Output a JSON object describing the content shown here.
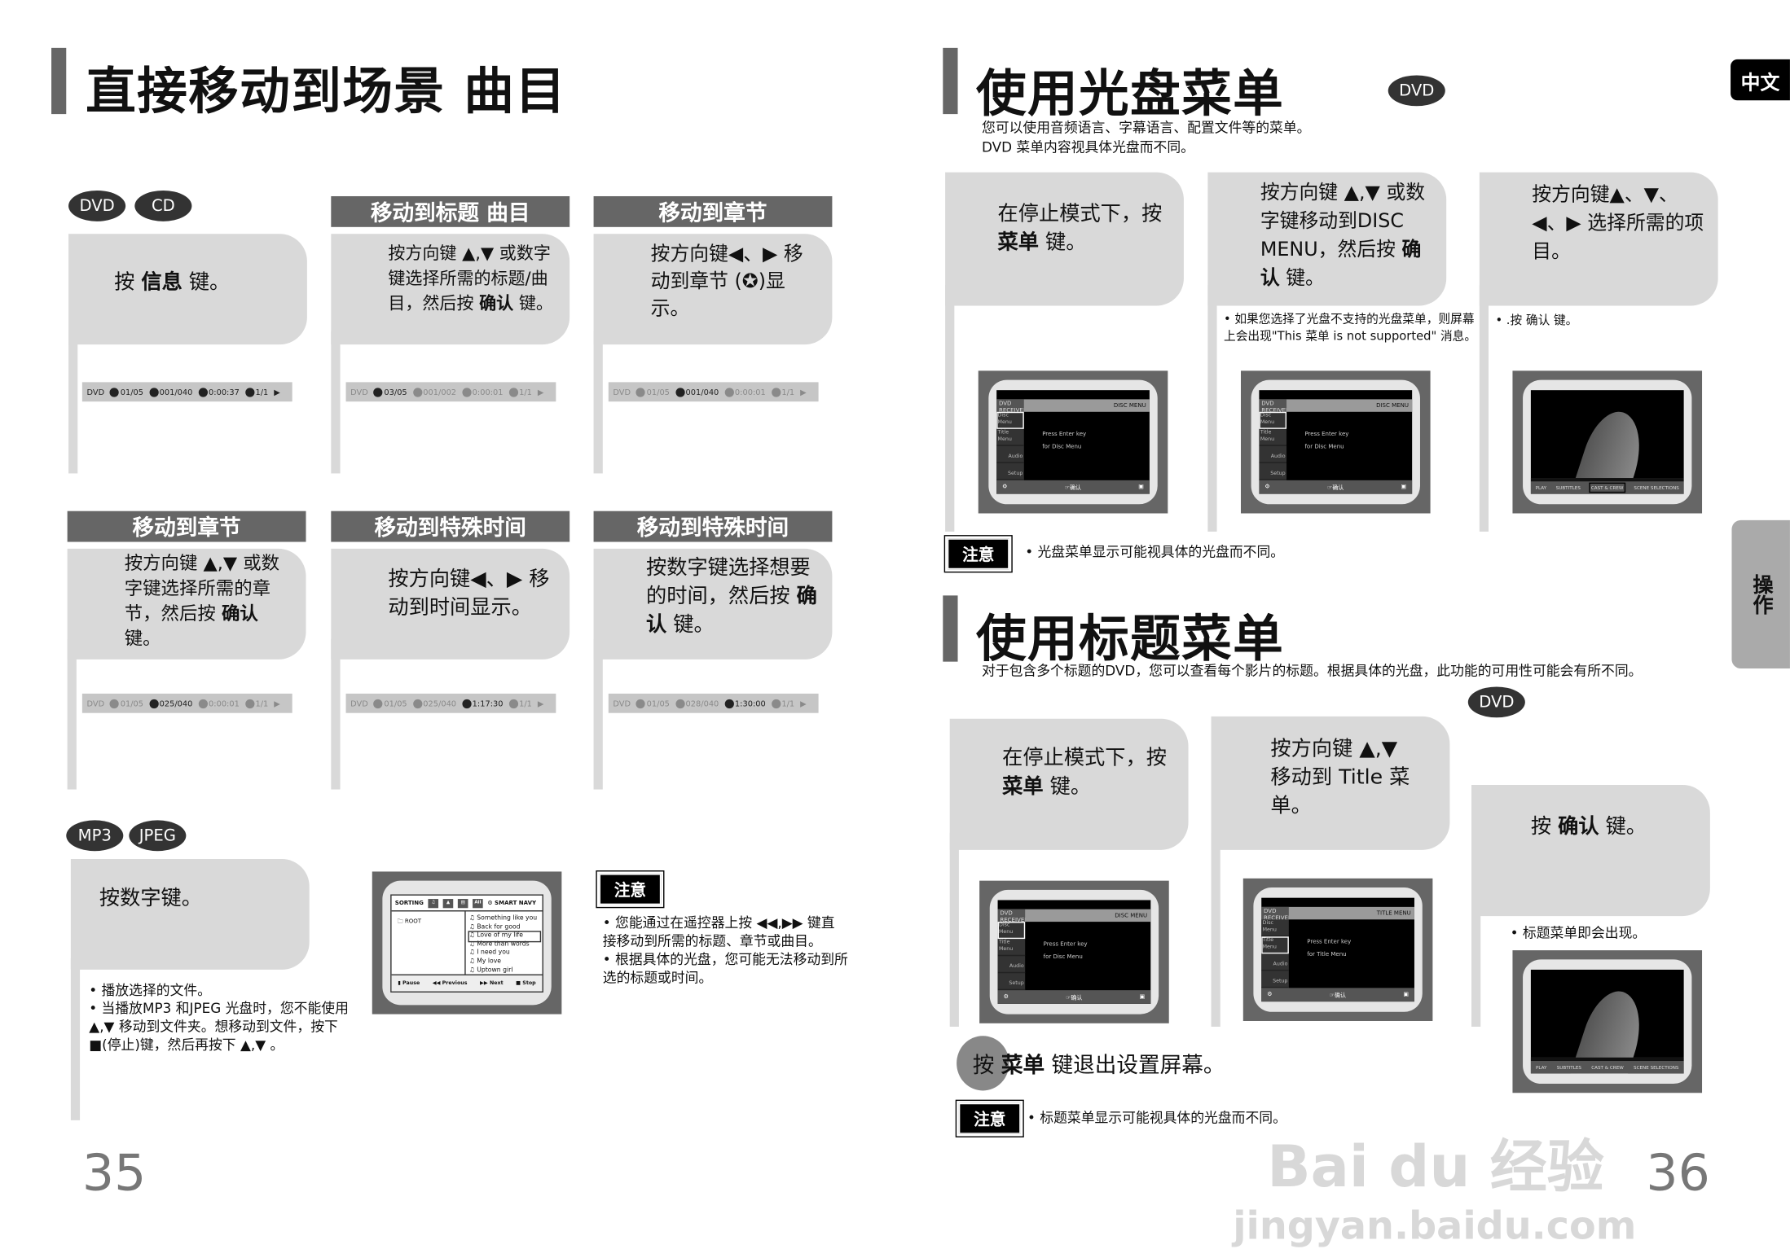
{
  "left": {
    "title": "直接移动到场景 曲目",
    "badges": [
      "DVD",
      "CD"
    ],
    "headers": [
      "移动到标题 曲目",
      "移动到章节",
      "移动到章节",
      "移动到特殊时间",
      "移动到特殊时间"
    ],
    "steps": [
      {
        "pre": "按 ",
        "bold": "信息",
        "post": " 键。"
      },
      {
        "pre": "按方向键 ▲,▼ 或数字键选择所需的标题/曲目，然后按 ",
        "bold": "确认",
        "post": " 键。"
      },
      {
        "pre": "按方向键◀、▶ 移动到章节 (",
        "icon": "chapter-icon",
        "post": ")显示。"
      },
      {
        "pre": "按方向键 ▲,▼ 或数字键选择所需的章节，然后按 ",
        "bold": "确认",
        "post": " 键。"
      },
      {
        "pre": "按方向键◀、▶ 移动到时间显示。"
      },
      {
        "pre": "按数字键选择想要的时间，然后按 ",
        "bold": "确认",
        "post": " 键。"
      }
    ],
    "info_bars": [
      {
        "disc": "DVD",
        "title": "01/05",
        "chapter": "001/040",
        "time": "0:00:37",
        "angle": "1/1",
        "active": "all"
      },
      {
        "disc": "DVD",
        "title": "03/05",
        "chapter": "001/002",
        "time": "0:00:01",
        "angle": "1/1",
        "active": "title"
      },
      {
        "disc": "DVD",
        "title": "01/05",
        "chapter": "001/040",
        "time": "0:00:01",
        "angle": "1/1",
        "active": "chapter"
      },
      {
        "disc": "DVD",
        "title": "01/05",
        "chapter": "025/040",
        "time": "0:00:01",
        "angle": "1/1",
        "active": "chapter"
      },
      {
        "disc": "DVD",
        "title": "01/05",
        "chapter": "025/040",
        "time": "1:17:30",
        "angle": "1/1",
        "active": "time"
      },
      {
        "disc": "DVD",
        "title": "01/05",
        "chapter": "028/040",
        "time": "1:30:00",
        "angle": "1/1",
        "active": "time"
      }
    ],
    "mp3": {
      "badges": [
        "MP3",
        "JPEG"
      ],
      "step": "按数字键。",
      "bullets": [
        "• 播放选择的文件。",
        "• 当播放MP3 和JPEG 光盘时，您不能使用 ▲,▼ 移动到文件夹。想移动到文件，按下■(停止)键，然后再按下 ▲,▼ 。"
      ],
      "screen": {
        "sorting": "SORTING",
        "all": "All",
        "smart": "⚙ SMART NAVY",
        "root": "ROOT",
        "tracks": [
          "Something like you",
          "Back for good",
          "Love of my life",
          "More than words",
          "I need you",
          "My love",
          "Uptown girl"
        ],
        "selected_track": "Love of my life",
        "footer": [
          "Pause",
          "Previous",
          "Next",
          "Stop"
        ]
      }
    },
    "note": {
      "label": "注意",
      "bullets": [
        "• 您能通过在遥控器上按 ◀◀,▶▶ 键直接移动到所需的标题、章节或曲目。",
        "• 根据具体的光盘，您可能无法移动到所选的标题或时间。"
      ]
    },
    "page_number": "35"
  },
  "right": {
    "lang_tab": "中文",
    "side_tab": "操作",
    "disc_menu": {
      "title": "使用光盘菜单",
      "badge": "DVD",
      "subtitle": [
        "您可以使用音频语言、字幕语言、配置文件等的菜单。",
        "DVD 菜单内容视具体光盘而不同。"
      ],
      "steps": [
        {
          "pre": "在停止模式下，按 ",
          "bold": "菜单",
          "post": " 键。"
        },
        {
          "pre": "按方向键 ▲,▼ 或数字键移动到DISC MENU，然后按 ",
          "bold": "确认",
          "post": " 键。"
        },
        {
          "pre": "按方向键▲、▼、◀、▶ 选择所需的项目。"
        }
      ],
      "step_notes": [
        "• 如果您选择了光盘不支持的光盘菜单，则屏幕上会出现\"This 菜单 is not supported\" 消息。",
        "• .按 确认 键。"
      ],
      "note": {
        "label": "注意",
        "text": "• 光盘菜单显示可能视具体的光盘而不同。"
      }
    },
    "title_menu": {
      "title": "使用标题菜单",
      "badge": "DVD",
      "subtitle": "对于包含多个标题的DVD，您可以查看每个影片的标题。根据具体的光盘，此功能的可用性可能会有所不同。",
      "steps": [
        {
          "pre": "在停止模式下，按 ",
          "bold": "菜单",
          "post": " 键。"
        },
        {
          "pre": "按方向键 ▲,▼ 移动到 Title 菜单。"
        },
        {
          "pre": "按 ",
          "bold": "确认",
          "post": " 键。"
        }
      ],
      "step_note": "• 标题菜单即会出现。",
      "exit": {
        "pre": "按 ",
        "bold": "菜单",
        "post": " 键退出设置屏幕。"
      },
      "note": {
        "label": "注意",
        "text": "• 标题菜单显示可能视具体的光盘而不同。"
      }
    },
    "screens": {
      "brand": "DVD RECEIVER",
      "disc_menu": "DISC MENU",
      "title_menu": "TITLE MENU",
      "side": [
        "Disc Menu",
        "Title Menu",
        "Audio",
        "Setup"
      ],
      "press": "Press Enter key",
      "for_disc": "for Disc Menu",
      "for_title": "for Title Menu",
      "enter": "确认",
      "dolphin_menu": [
        "PLAY",
        "SUBTITLES",
        "CAST & CREW",
        "SCENE SELECTIONS"
      ]
    },
    "page_number": "36"
  },
  "watermark": {
    "brand": "Bai du 经验",
    "url": "jingyan.baidu.com"
  }
}
